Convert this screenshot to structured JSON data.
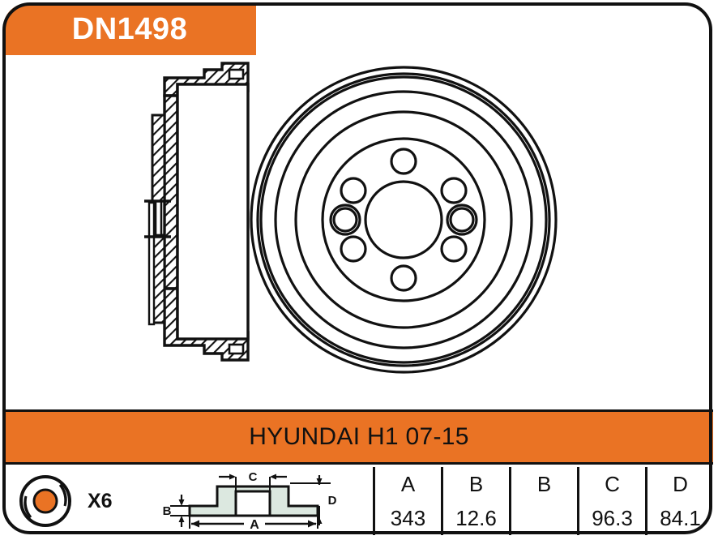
{
  "colors": {
    "orange": "#EA7324",
    "ink": "#111111",
    "paper": "#FFFFFF",
    "section_fill": "#DCE8E0"
  },
  "header": {
    "part_number": "DN1498"
  },
  "application": {
    "label": "HYUNDAI H1 07-15"
  },
  "drawing": {
    "section_view_name": "brake-drum-cross-section",
    "front_view_name": "brake-drum-front-view",
    "bolt_holes": 6,
    "large_holes": 2
  },
  "hub": {
    "icon": "wheel-hub-icon",
    "bolt_count_label": "X6"
  },
  "profile_diagram": {
    "icon": "drum-profile-diagram",
    "labels": {
      "a": "A",
      "b": "B",
      "c": "C",
      "d": "D"
    }
  },
  "dimensions": {
    "columns": [
      {
        "head": "A",
        "value": "343"
      },
      {
        "head": "B",
        "value": "12.6"
      },
      {
        "head": "B",
        "value": ""
      },
      {
        "head": "C",
        "value": "96.3"
      },
      {
        "head": "D",
        "value": "84.1"
      }
    ]
  }
}
